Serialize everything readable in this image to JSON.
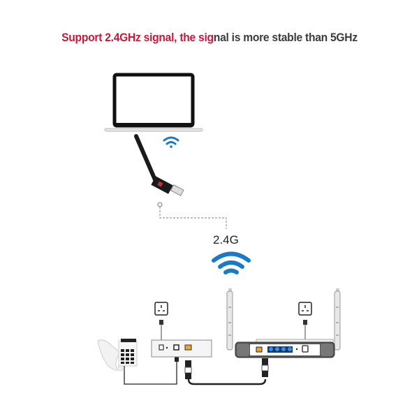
{
  "headline": {
    "highlighted": "Support 2.4GHz signal, the sig",
    "rest": "nal is more stable than 5GHz",
    "full": "Support 2.4GHz signal, the signal is more stable than 5GHz",
    "highlight_color": "#c8193c",
    "text_color": "#3c3c3c"
  },
  "diagram": {
    "band_label": "2.4G",
    "wifi_color": "#1a7bc4",
    "port_color": "#e8a43a",
    "lan_port_color": "#2a6fb8",
    "nodes": [
      {
        "id": "laptop",
        "label": "Laptop"
      },
      {
        "id": "usb-wifi-adapter",
        "label": "USB WiFi adapter with antenna"
      },
      {
        "id": "wifi-signal",
        "label": "2.4G wireless signal"
      },
      {
        "id": "modem",
        "label": "Modem"
      },
      {
        "id": "telephone",
        "label": "Telephone"
      },
      {
        "id": "router",
        "label": "Dual-antenna router"
      },
      {
        "id": "power-outlet-modem",
        "label": "Power outlet"
      },
      {
        "id": "power-outlet-router",
        "label": "Power outlet"
      }
    ]
  }
}
